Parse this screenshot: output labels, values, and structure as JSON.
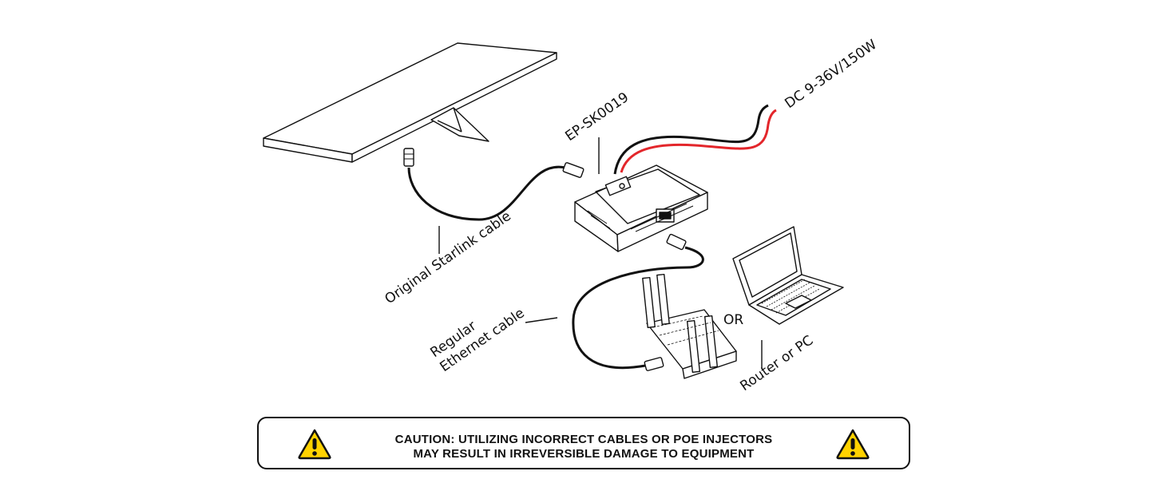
{
  "labels": {
    "device_model": "EP-SK0019",
    "power_input": "DC 9-36V/150W",
    "starlink_cable": "Original Starlink cable",
    "ethernet_line1": "Regular",
    "ethernet_line2": "Ethernet cable",
    "or": "OR",
    "router_pc": "Router or PC"
  },
  "caution": {
    "line1": "CAUTION: UTILIZING INCORRECT CABLES OR POE INJECTORS",
    "line2": "MAY RESULT IN IRREVERSIBLE DAMAGE TO EQUIPMENT"
  },
  "colors": {
    "line": "#111111",
    "power_positive": "#e3262b",
    "warning_fill": "#ffd200"
  },
  "icons": {
    "warning": "warning-triangle-icon"
  }
}
